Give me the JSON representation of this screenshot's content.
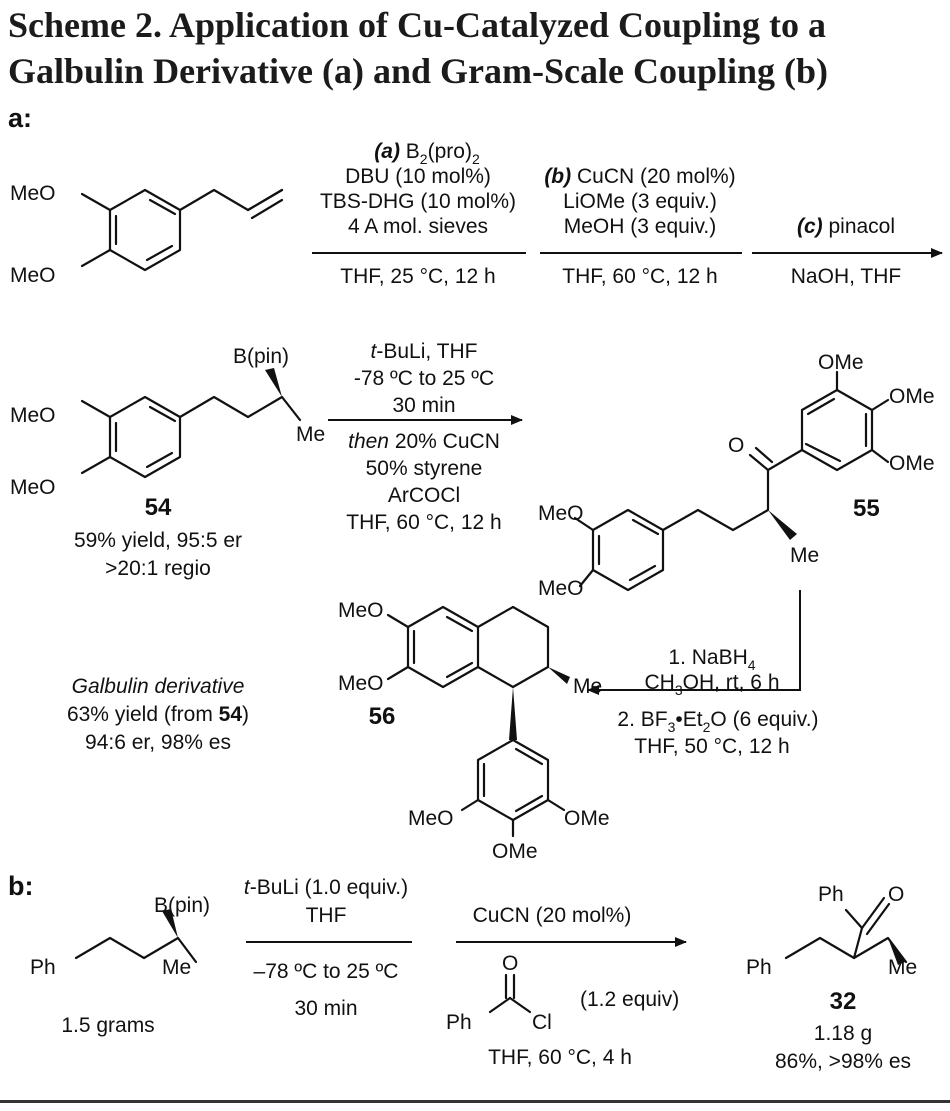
{
  "title": {
    "line1": "Scheme 2. Application of Cu-Catalyzed Coupling to a",
    "line2": "Galbulin Derivative (a) and Gram-Scale Coupling (b)"
  },
  "panel_a": {
    "label": "a:",
    "substituents": {
      "meo": "MeO",
      "ome": "OMe",
      "me": "Me",
      "bpin": "B(pin)",
      "o": "O"
    },
    "step_a": {
      "tag": "(a)",
      "reagent_base": "B",
      "reagent_sub": "2",
      "reagent_tail": "(pro)",
      "reagent_tail_sub": "2",
      "line2": "DBU (10 mol%)",
      "line3": "TBS-DHG (10 mol%)",
      "line4": "4 A mol. sieves",
      "below": "THF, 25 °C, 12 h"
    },
    "step_b": {
      "tag": "(b)",
      "line1": " CuCN (20 mol%)",
      "line2": "LiOMe (3 equiv.)",
      "line3": "MeOH (3 equiv.)",
      "below": "THF, 60 °C, 12 h"
    },
    "step_c": {
      "tag": "(c)",
      "line1": " pinacol",
      "below": "NaOH, THF"
    },
    "compound_54": {
      "number": "54",
      "yield": "59% yield, 95:5 er",
      "regio": ">20:1 regio"
    },
    "step_d": {
      "line1_a": "t",
      "line1_b": "-BuLi, THF",
      "line2": "-78 ºC to 25 ºC",
      "line3": "30 min",
      "line4_a": "then",
      "line4_b": " 20% CuCN",
      "line5": "50% styrene",
      "line6": "ArCOCl",
      "line7": "THF, 60 °C, 12 h"
    },
    "compound_55": {
      "number": "55"
    },
    "step_e": {
      "line1": "1. NaBH",
      "line1_sub": "4",
      "line2": "CH",
      "line2_sub": "3",
      "line2_tail": "OH, rt, 6 h",
      "line3": "2. BF",
      "line3_sub": "3",
      "line3_mid": "•Et",
      "line3_sub2": "2",
      "line3_tail": "O (6 equiv.)",
      "line4": "THF, 50 °C, 12 h"
    },
    "compound_56": {
      "number": "56",
      "name": "Galbulin derivative",
      "yield_a": "63% yield (from ",
      "yield_b": "54",
      "yield_c": ")",
      "er": "94:6 er, 98% es"
    }
  },
  "panel_b": {
    "label": "b:",
    "substituents": {
      "ph": "Ph",
      "me": "Me",
      "bpin": "B(pin)",
      "o": "O",
      "cl": "Cl"
    },
    "start_amount": "1.5 grams",
    "step_1": {
      "line1_a": "t",
      "line1_b": "-BuLi (1.0 equiv.)",
      "line2": "THF",
      "line3": "–78 ºC to 25 ºC",
      "line4": "30 min"
    },
    "step_2": {
      "line1": "CuCN (20 mol%)",
      "equiv": "(1.2 equiv)",
      "line3": "THF, 60 °C, 4 h"
    },
    "compound_32": {
      "number": "32",
      "mass": "1.18 g",
      "yield": "86%, >98% es"
    }
  }
}
